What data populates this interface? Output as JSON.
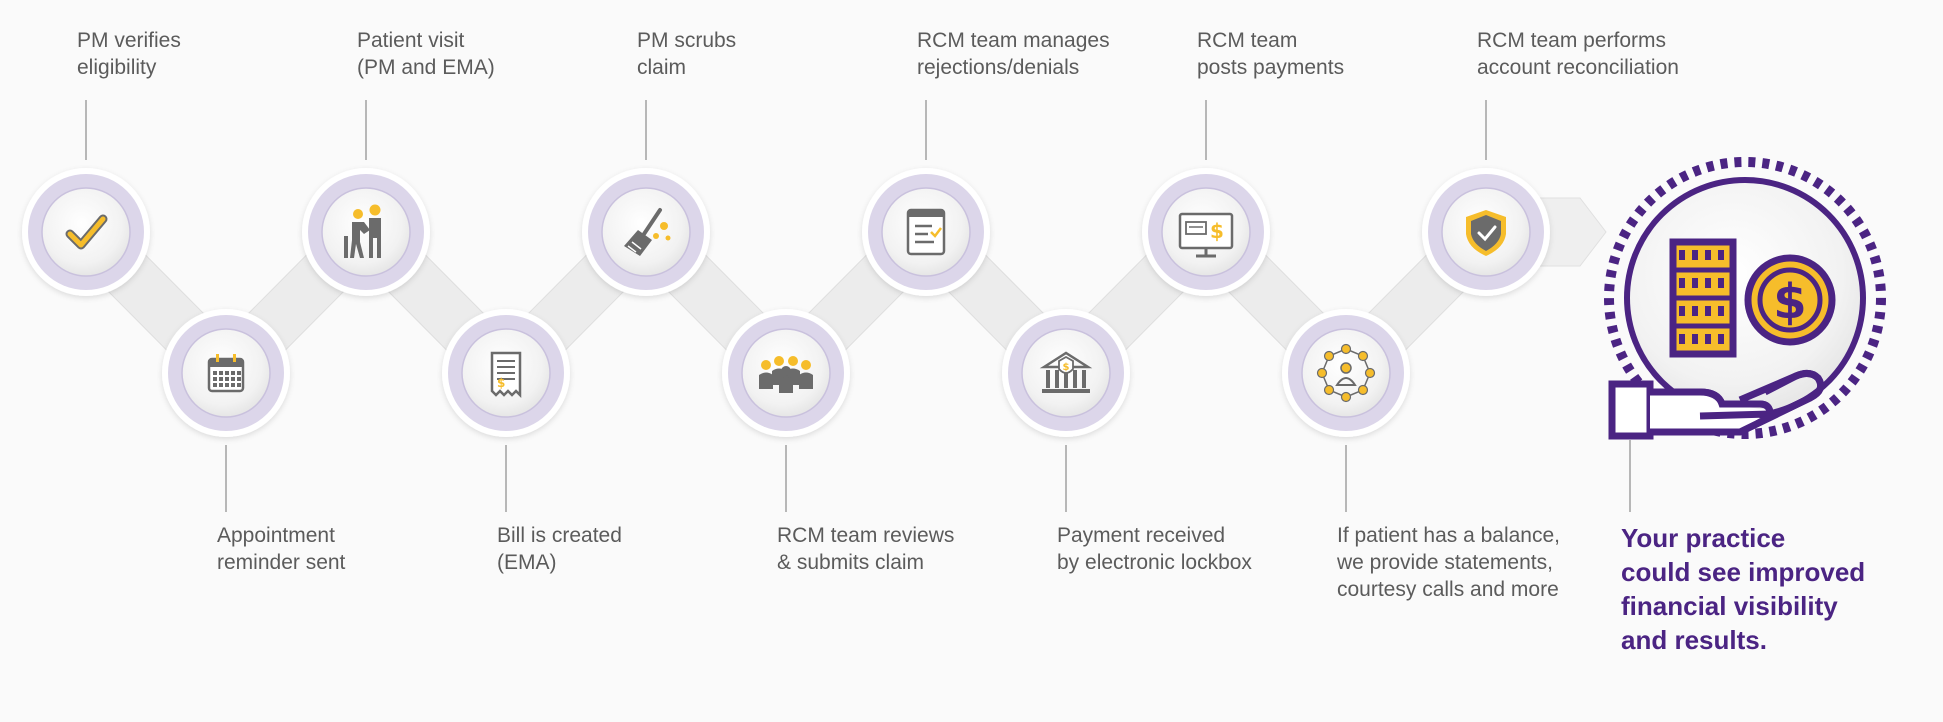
{
  "colors": {
    "accent_purple": "#4b2483",
    "accent_yellow": "#f6bd2b",
    "icon_gray": "#6b6b6b",
    "connector": "#ececec",
    "ring": "#dcd6ea"
  },
  "steps": [
    {
      "icon": "check-icon",
      "lines": [
        "PM verifies",
        "eligibility"
      ]
    },
    {
      "icon": "calendar-icon",
      "lines": [
        "Appointment",
        "reminder sent"
      ]
    },
    {
      "icon": "patient-visit-icon",
      "lines": [
        "Patient visit",
        "(PM and EMA)"
      ]
    },
    {
      "icon": "receipt-icon",
      "lines": [
        "Bill is created",
        "(EMA)"
      ]
    },
    {
      "icon": "broom-icon",
      "lines": [
        "PM scrubs",
        "claim"
      ]
    },
    {
      "icon": "team-icon",
      "lines": [
        "RCM team reviews",
        "& submits claim"
      ]
    },
    {
      "icon": "document-check-icon",
      "lines": [
        "RCM team manages",
        "rejections/denials"
      ]
    },
    {
      "icon": "bank-icon",
      "lines": [
        "Payment received",
        "by electronic lockbox"
      ]
    },
    {
      "icon": "monitor-dollar-icon",
      "lines": [
        "RCM team",
        "posts payments"
      ]
    },
    {
      "icon": "network-people-icon",
      "lines": [
        "If patient has a balance,",
        "we provide statements,",
        "courtesy calls and more"
      ]
    },
    {
      "icon": "shield-check-icon",
      "lines": [
        "RCM team performs",
        "account reconciliation"
      ]
    }
  ],
  "result": {
    "icon": "hand-coins-dollar-icon",
    "lines": [
      "Your practice",
      "could see improved",
      "financial visibility",
      "and results."
    ]
  }
}
